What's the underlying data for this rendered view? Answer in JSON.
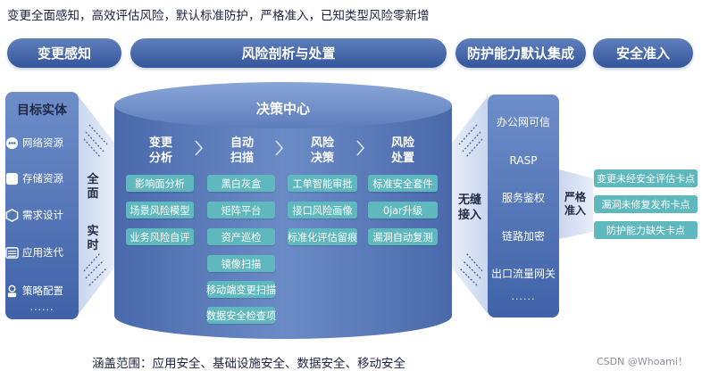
{
  "headline": "变更全面感知，高效评估风险，默认标准防护，严格准入，已知类型风险零新增",
  "stages": [
    {
      "label": "变更感知"
    },
    {
      "label": "风险剖析与处置"
    },
    {
      "label": "防护能力默认集成"
    },
    {
      "label": "安全准入"
    }
  ],
  "target_entity": {
    "title": "目标实体",
    "items": [
      {
        "label": "网络资源",
        "icon": "network-icon"
      },
      {
        "label": "存储资源",
        "icon": "storage-icon"
      },
      {
        "label": "需求设计",
        "icon": "hexagon-icon"
      },
      {
        "label": "应用迭代",
        "icon": "list-icon"
      },
      {
        "label": "策略配置",
        "icon": "policy-icon"
      }
    ],
    "more": "......"
  },
  "left_connector": {
    "top": "全面",
    "bottom": "实时"
  },
  "decision_center": {
    "title": "决策中心",
    "columns": [
      {
        "title": "变更\n分析",
        "items": [
          "影响面分析",
          "场景风险模型",
          "业务风险自评"
        ]
      },
      {
        "title": "自动\n扫描",
        "items": [
          "黑白灰盒",
          "矩阵平台",
          "资产巡检",
          "镜像扫描",
          "移动端变更扫描",
          "数据安全检查项"
        ]
      },
      {
        "title": "风险\n决策",
        "items": [
          "工单智能审批",
          "接口风险画像",
          "标准化评估留痕"
        ]
      },
      {
        "title": "风险\n处置",
        "items": [
          "标准安全套件",
          "0jar升级",
          "漏洞自动复测"
        ]
      }
    ]
  },
  "right_connector": "无缝\n接入",
  "protection": {
    "items": [
      "办公网可信",
      "RASP",
      "服务鉴权",
      "链路加密",
      "出口流量网关"
    ],
    "more": "......"
  },
  "strict_label": "严格\n准入",
  "admission": [
    "变更未经安全评估卡点",
    "漏洞未修复发布卡点",
    "防护能力缺失卡点"
  ],
  "footer": "涵盖范围：应用安全、基础设施安全、数据安全、移动安全",
  "watermark": "CSDN @Whoami！",
  "colors": {
    "primary": "#3f62a8",
    "cylinder": "#5a79b8",
    "cell": "#5fb8bd"
  }
}
